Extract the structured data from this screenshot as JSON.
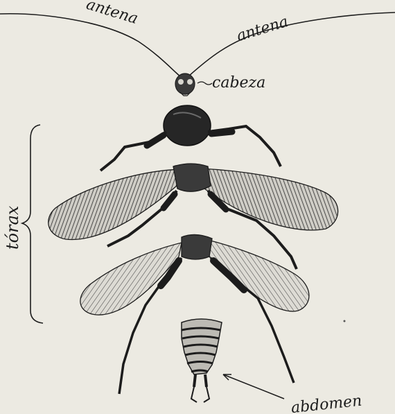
{
  "labels": {
    "antenna_left": "antena",
    "antenna_right": "antena",
    "head": "cabeza",
    "thorax": "tórax",
    "abdomen": "abdomen"
  },
  "colors": {
    "paper": "#eceae2",
    "ink": "#1c1c1c",
    "wing_fill": "#8a8a86",
    "dark_fill": "#2a2a2a"
  }
}
